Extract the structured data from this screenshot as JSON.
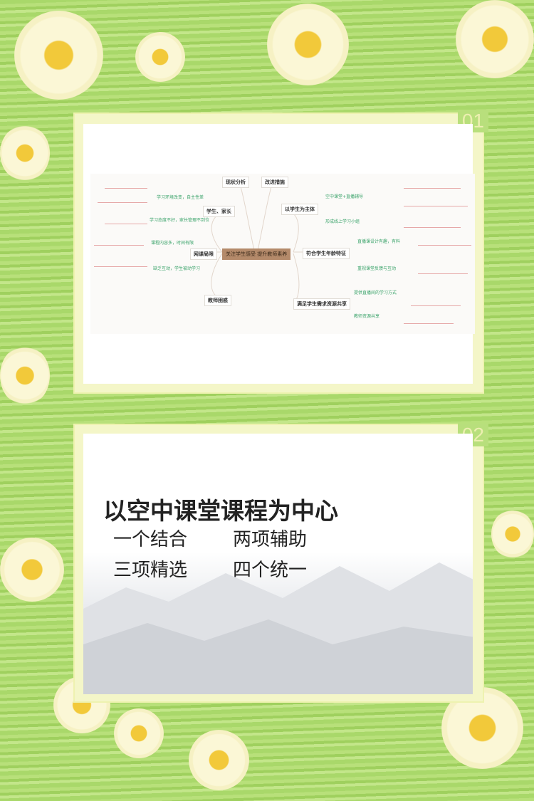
{
  "slide1": {
    "label": "01",
    "mindmap": {
      "center": "关注学生感受 提升教师素养",
      "top": [
        "现状分析",
        "改进措施"
      ],
      "left": [
        {
          "title": "学生、家长",
          "subs": [
            "学习环境改变，自主性差",
            "学习态度不好，家长管理不到位"
          ]
        },
        {
          "title": "网课局限",
          "subs": [
            "课程内容多，时间有限",
            "缺乏互动，学生被动学习"
          ]
        },
        {
          "title": "教师困惑",
          "subs": []
        }
      ],
      "right": [
        {
          "title": "以学生为主体",
          "subs": [
            "空中课堂+直播辅导",
            "形成线上学习小组"
          ]
        },
        {
          "title": "符合学生年龄特征",
          "subs": [
            "直播课设计有趣，有料",
            "重视课堂反馈与互动"
          ]
        },
        {
          "title": "满足学生需求资源共享",
          "subs": [
            "提供直播间的学习方式",
            "教师资源共享"
          ]
        }
      ]
    }
  },
  "slide2": {
    "label": "02",
    "title": "以空中课堂课程为中心",
    "items": [
      "一个结合",
      "两项辅助",
      "三项精选",
      "四个统一"
    ]
  }
}
